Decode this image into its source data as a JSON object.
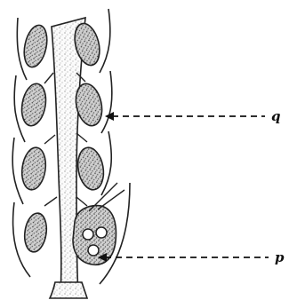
{
  "figure": {
    "labels": [
      {
        "id": "q",
        "text": "q"
      },
      {
        "id": "p",
        "text": "p"
      }
    ]
  }
}
